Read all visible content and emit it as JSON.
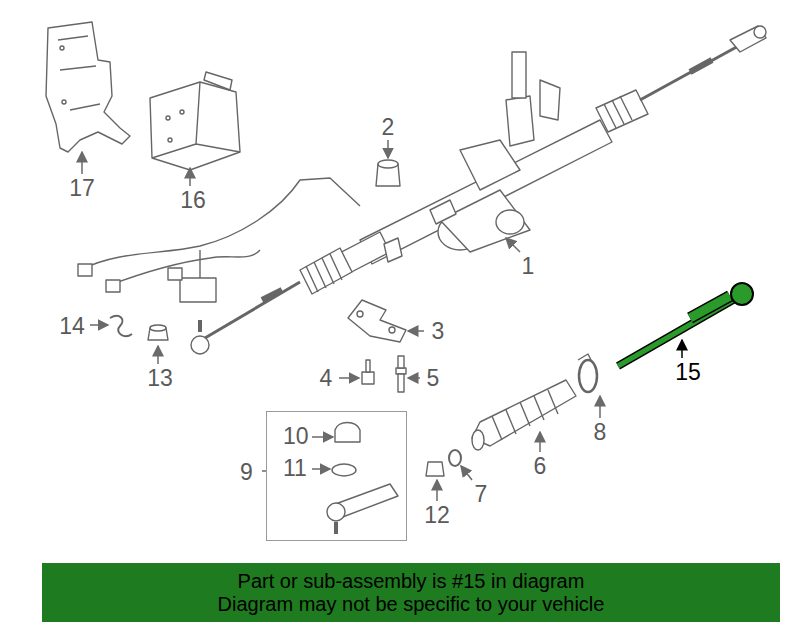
{
  "diagram": {
    "nodes": [
      {
        "text": [
          "9",
          "10",
          "11"
        ]
      },
      {
        "text": [
          "Part or sub-assembly is #15 in diagram",
          "Diagram may not be specific to your vehicle"
        ]
      }
    ],
    "labels": [
      "17",
      "16",
      "2",
      "1",
      "14",
      "13",
      "3",
      "4",
      "5",
      "15",
      "8",
      "6",
      "7",
      "12"
    ]
  }
}
